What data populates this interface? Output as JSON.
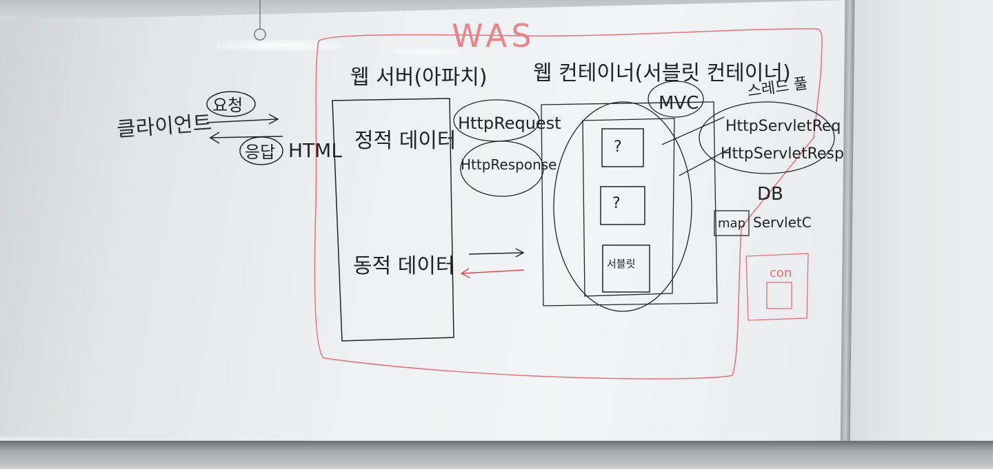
{
  "whiteboard": {
    "was_label": "WAS",
    "client_label": "클라이언트",
    "request_label": "요청",
    "response_label": "응답",
    "html_label": "HTML",
    "web_server_label": "웹 서버(아파치)",
    "static_data_label": "정적 데이터",
    "dynamic_data_label": "동적 데이터",
    "http_request_label": "HttpRequest",
    "http_response_label": "HttpResponse",
    "web_container_label": "웹 컨테이너(서블릿 컨테이너)",
    "mvc_label": "MVC",
    "thread_label": "스레드 풀",
    "servlet_request_label": "HttpServletReq",
    "servlet_response_label": "HttpServletResp",
    "db_label": "DB",
    "map_label": "map",
    "servlet_label": "ServletC",
    "con_label": "con",
    "box1_label": "?",
    "box2_label": "?",
    "box3_label": "서블릿"
  }
}
